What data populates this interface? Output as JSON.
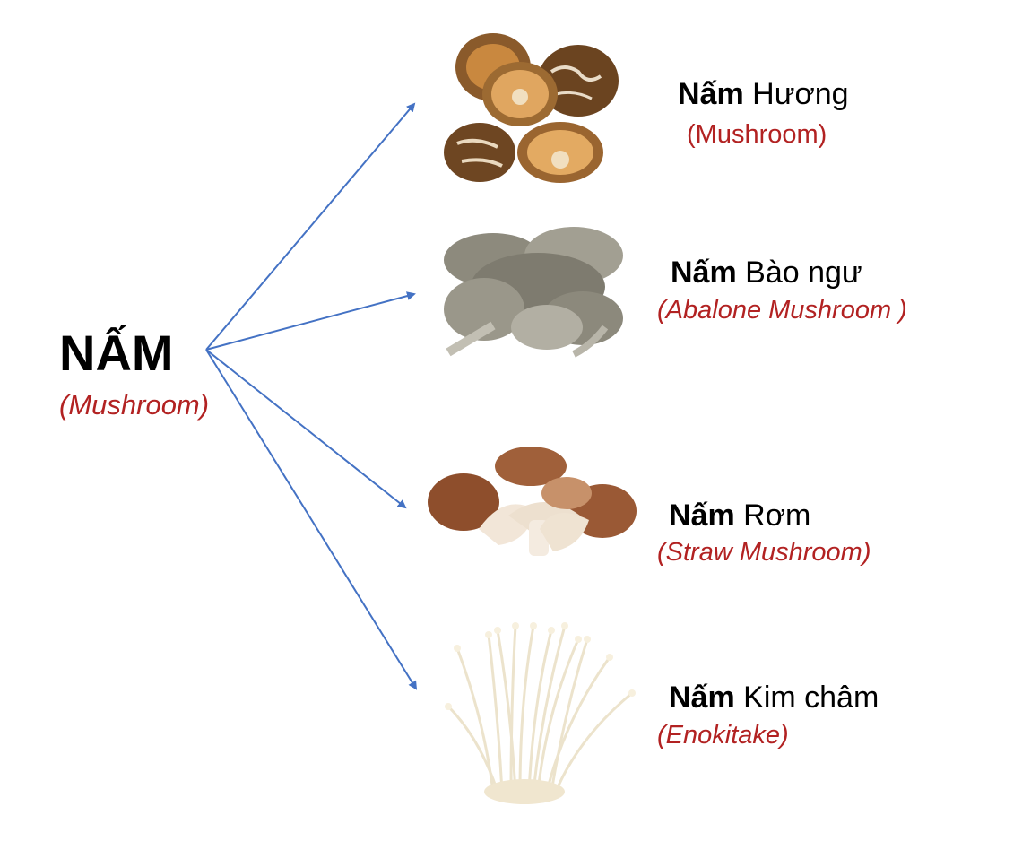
{
  "root": {
    "title": "NẤM",
    "subtitle": "(Mushroom)"
  },
  "colors": {
    "arrow": "#4472c4",
    "subtitle": "#b22222"
  },
  "branches": [
    {
      "bold": "Nấm",
      "name": " Hương",
      "english": "(Mushroom)",
      "icon": "shiitake-mushroom-image"
    },
    {
      "bold": "Nấm",
      "name": " Bào ngư",
      "english": "(Abalone Mushroom )",
      "icon": "oyster-mushroom-image"
    },
    {
      "bold": "Nấm",
      "name": " Rơm",
      "english": "(Straw Mushroom)",
      "icon": "straw-mushroom-image"
    },
    {
      "bold": "Nấm",
      "name": " Kim châm",
      "english": "(Enokitake)",
      "icon": "enoki-mushroom-image"
    }
  ]
}
